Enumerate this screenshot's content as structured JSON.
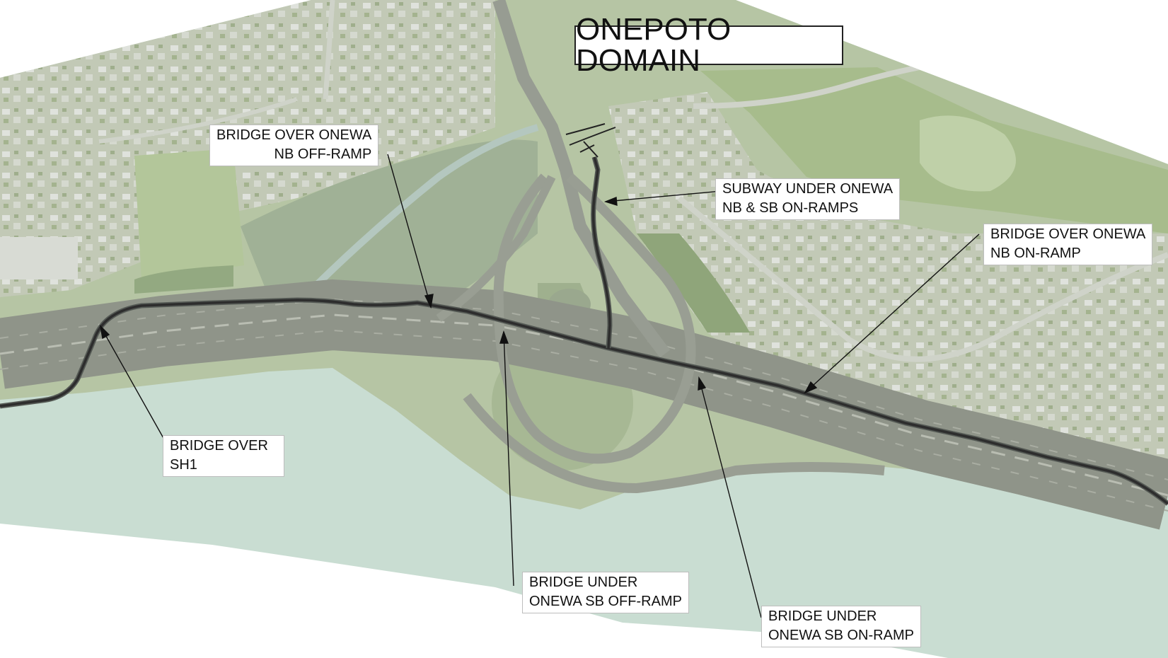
{
  "title": "ONEPOTO DOMAIN",
  "colors": {
    "water": "#c9ddd2",
    "land": "#b8c6a6",
    "urban": "#c7cdbd",
    "motorway": "#8d9289",
    "alignment": "#2d2d2d"
  },
  "callouts": {
    "bridge_onewa_nb_offramp": [
      "BRIDGE OVER ONEWA",
      "NB OFF-RAMP"
    ],
    "subway_onewa": [
      "SUBWAY UNDER ONEWA",
      "NB & SB ON-RAMPS"
    ],
    "bridge_onewa_nb_onramp": [
      "BRIDGE OVER ONEWA",
      "NB ON-RAMP"
    ],
    "bridge_sh1": [
      "BRIDGE OVER",
      "SH1"
    ],
    "bridge_under_sb_offramp": [
      "BRIDGE UNDER",
      "ONEWA SB OFF-RAMP"
    ],
    "bridge_under_sb_onramp": [
      "BRIDGE UNDER",
      "ONEWA SB ON-RAMP"
    ]
  }
}
